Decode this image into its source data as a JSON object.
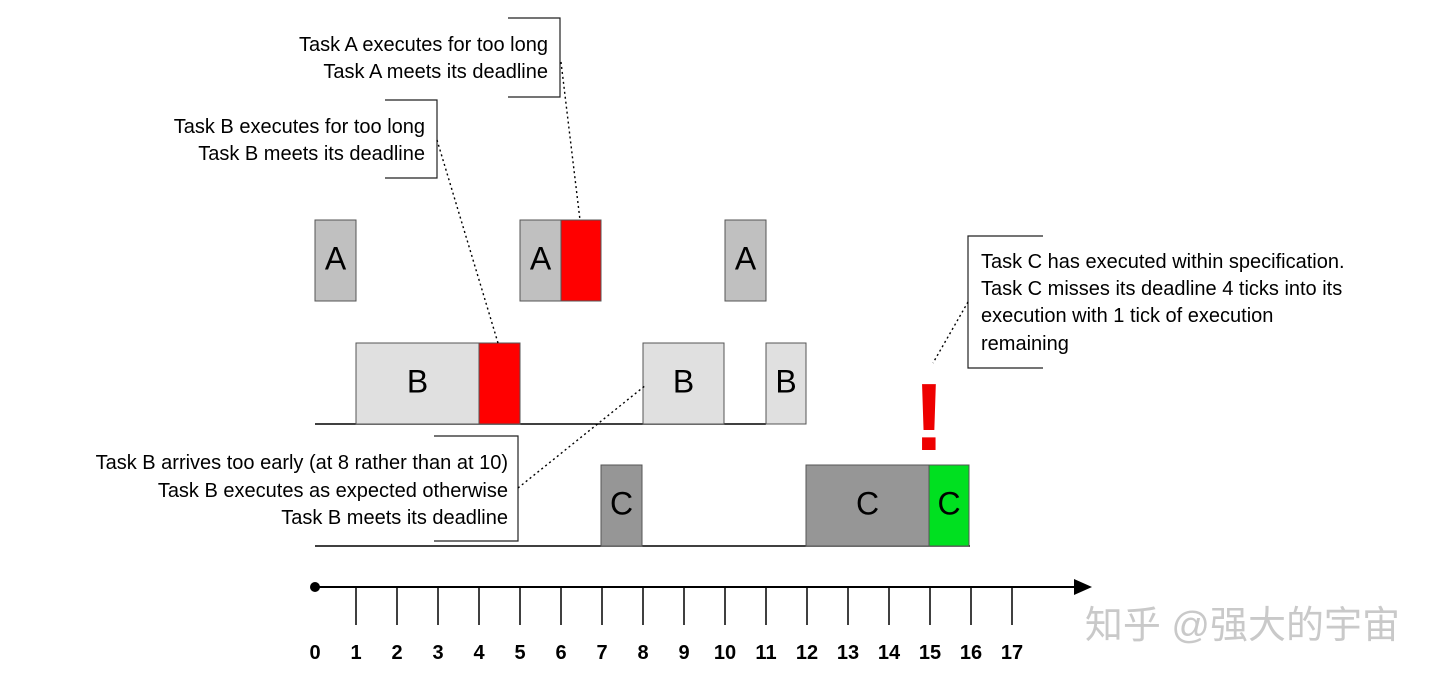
{
  "boxes": [
    {
      "label": "A",
      "color": "#c0c0c0"
    },
    {
      "label": "A",
      "color": "#c0c0c0"
    },
    {
      "label": "",
      "color": "#ff0000"
    },
    {
      "label": "A",
      "color": "#c0c0c0"
    },
    {
      "label": "B",
      "color": "#e0e0e0"
    },
    {
      "label": "",
      "color": "#ff0000"
    },
    {
      "label": "B",
      "color": "#e0e0e0"
    },
    {
      "label": "B",
      "color": "#e0e0e0"
    },
    {
      "label": "C",
      "color": "#969696"
    },
    {
      "label": "C",
      "color": "#969696"
    },
    {
      "label": "C",
      "color": "#00e020"
    }
  ],
  "annotations": {
    "task_a": [
      "Task A executes for too long",
      "Task A meets its deadline"
    ],
    "task_b_long": [
      "Task B executes for too long",
      "Task B meets its deadline"
    ],
    "task_b_early": [
      "Task B arrives too early (at 8 rather than at 10)",
      "Task B executes as expected otherwise",
      "Task B meets its deadline"
    ],
    "task_c": [
      "Task C has executed within specification.",
      "Task C misses its deadline 4 ticks into its",
      "execution with 1 tick of execution",
      "remaining"
    ]
  },
  "alert": {
    "symbol": "!",
    "color": "#ee0000"
  },
  "axis": {
    "ticks": [
      "0",
      "1",
      "2",
      "3",
      "4",
      "5",
      "6",
      "7",
      "8",
      "9",
      "10",
      "11",
      "12",
      "13",
      "14",
      "15",
      "16",
      "17"
    ]
  },
  "watermark": "知乎 @强大的宇宙"
}
